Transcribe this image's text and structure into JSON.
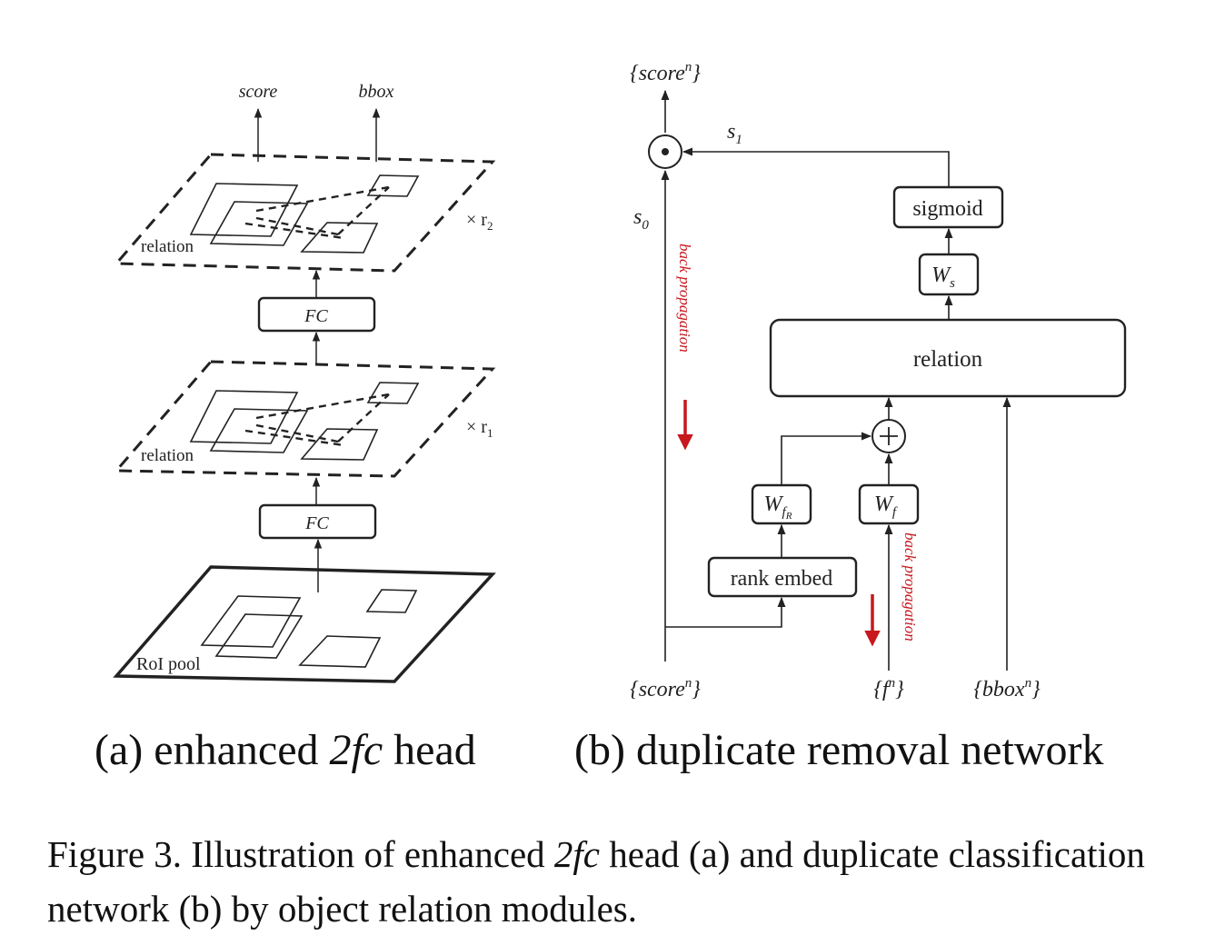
{
  "figure": {
    "panel_a": {
      "score_label": "score",
      "bbox_label": "bbox",
      "relation_label": "relation",
      "fc_label": "FC",
      "roi_pool_label": "RoI pool",
      "repeat_r2": "× r",
      "repeat_r2_sub": "2",
      "repeat_r1": "× r",
      "repeat_r1_sub": "1"
    },
    "panel_b": {
      "output_score": "{score",
      "output_score_sup": "n",
      "s1_label": "s",
      "s1_sub": "1",
      "s0_label": "s",
      "s0_sub": "0",
      "sigmoid_label": "sigmoid",
      "ws_label": "W",
      "ws_sub": "s",
      "relation_label": "relation",
      "wfr_label": "W",
      "wfr_sub": "f",
      "wfr_subsub": "R",
      "wf_label": "W",
      "wf_sub": "f",
      "rank_embed_label": "rank embed",
      "back_propagation_1": "back propagation",
      "back_propagation_2": "back propagation",
      "input_score": "{score",
      "input_score_sup": "n",
      "input_f": "{f",
      "input_f_sup": "n",
      "input_bbox": "{bbox",
      "input_bbox_sup": "n",
      "closing_brace": "}"
    },
    "subcaption_a_pre": "(a) enhanced ",
    "subcaption_a_em": "2fc",
    "subcaption_a_post": " head",
    "subcaption_b": "(b) duplicate removal network",
    "caption_pre": "Figure 3. Illustration of enhanced ",
    "caption_em": "2fc",
    "caption_post": " head (a) and duplicate classification network (b) by object relation modules.",
    "colors": {
      "ink": "#222222",
      "back_propagation": "#c8181e"
    }
  }
}
